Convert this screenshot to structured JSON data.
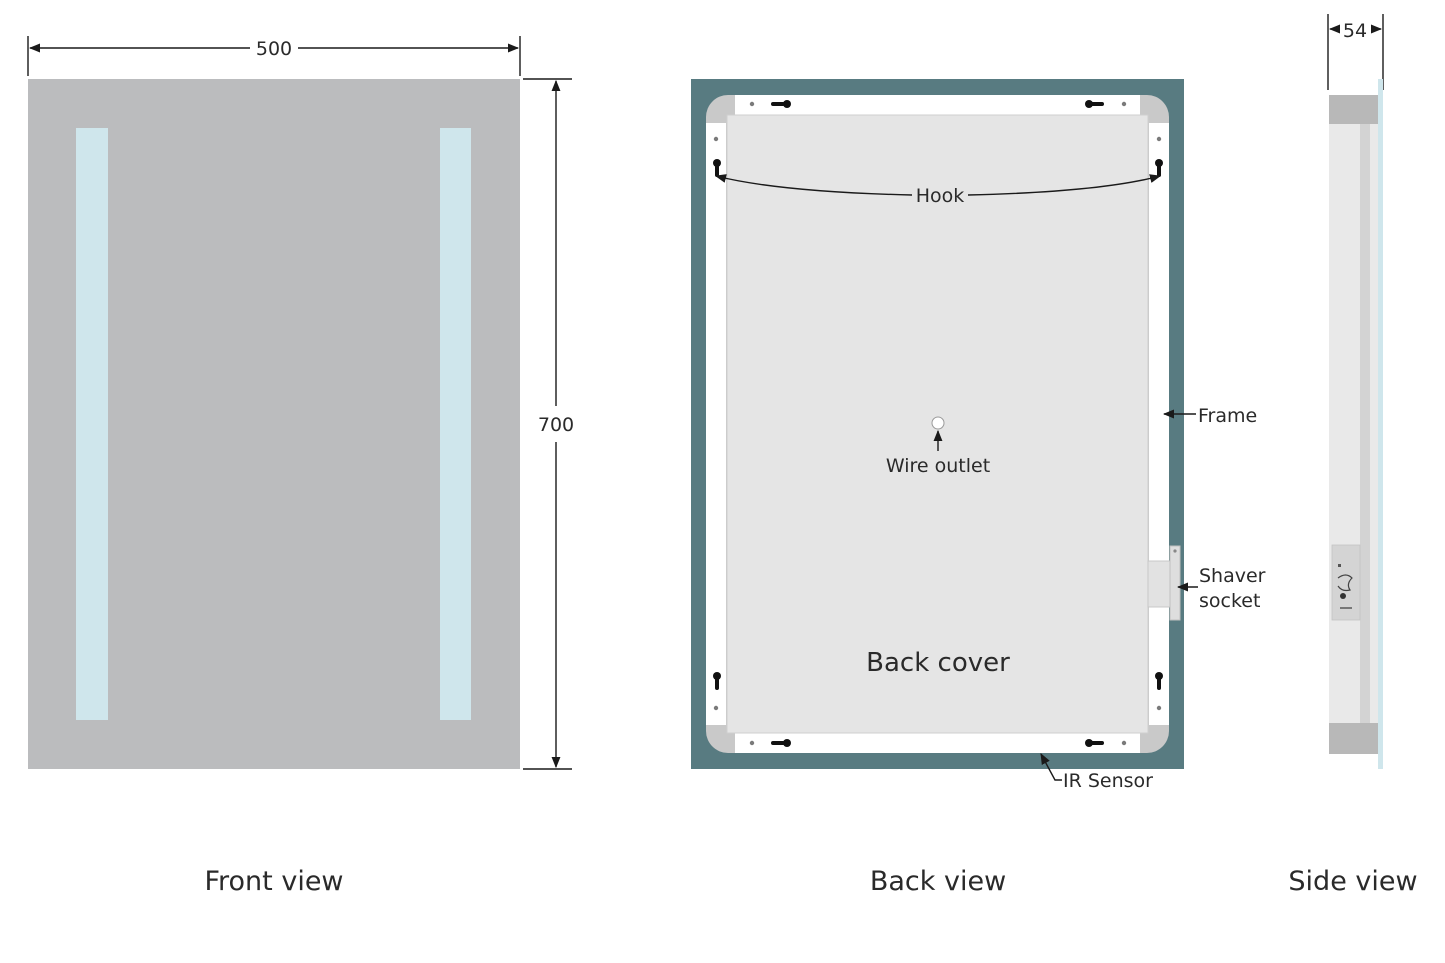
{
  "dimensions": {
    "width": "500",
    "height": "700",
    "depth": "54"
  },
  "labels": {
    "hook": "Hook",
    "wire_outlet": "Wire outlet",
    "frame": "Frame",
    "shaver_socket_line1": "Shaver",
    "shaver_socket_line2": "socket",
    "back_cover": "Back cover",
    "ir_sensor": "IR Sensor"
  },
  "captions": {
    "front": "Front view",
    "back": "Back view",
    "side": "Side view"
  },
  "colors": {
    "front_panel": "#bbbcbe",
    "led_strip": "#cfe6ec",
    "frame": "#587b81",
    "back_cover": "#e5e5e5",
    "bracket": "#ffffff",
    "side_glass": "#cfe6ec"
  }
}
